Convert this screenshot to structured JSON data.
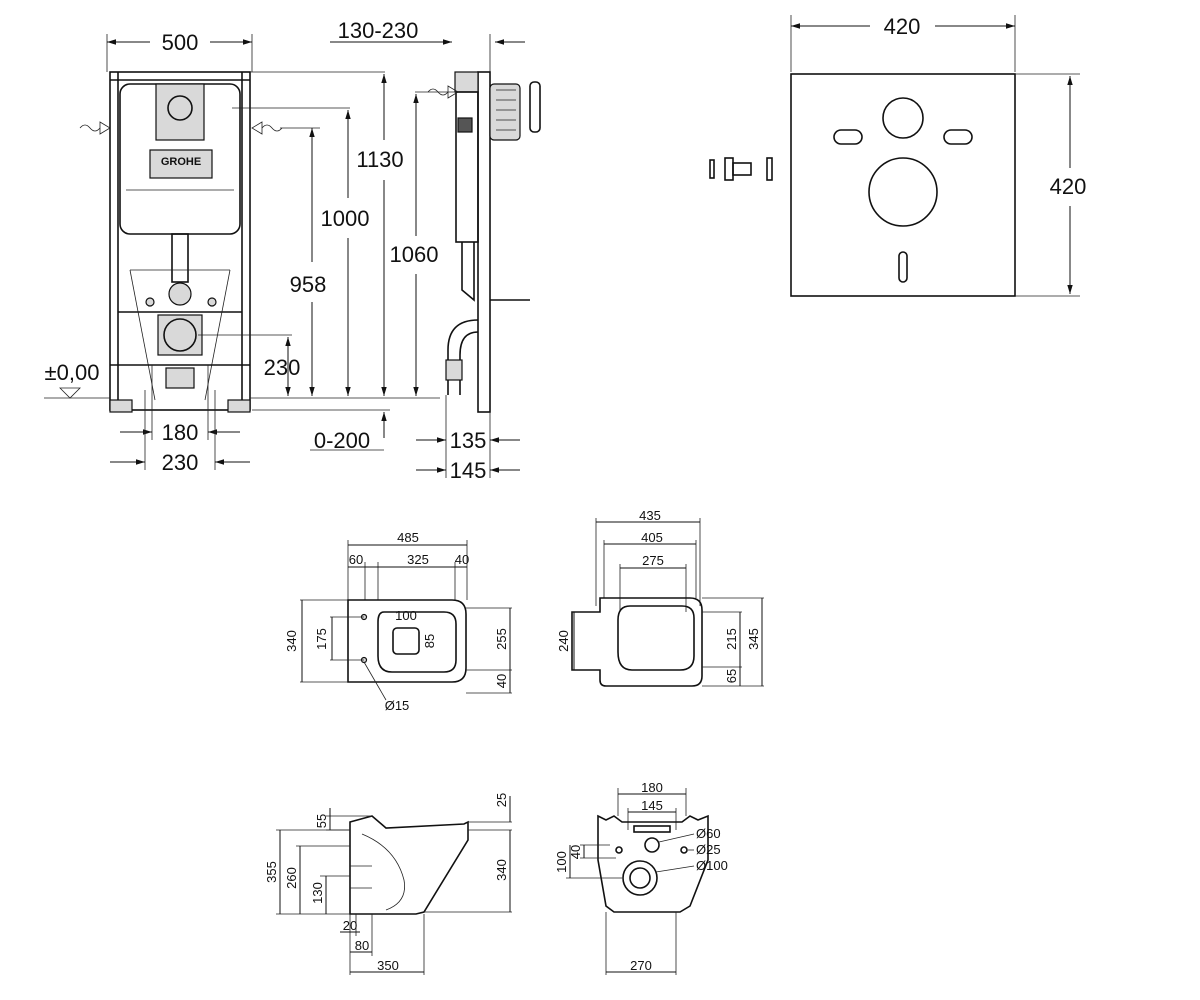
{
  "views": {
    "frame_front": {
      "brand": "GROHE",
      "dims": {
        "width": "500",
        "height_1130": "1130",
        "height_1000": "1000",
        "height_958": "958",
        "height_230": "230",
        "spacing_180": "180",
        "spacing_230": "230",
        "floor_level": "±0,00",
        "depth_range": "130-230",
        "floor_adjust": "0-200"
      }
    },
    "frame_side": {
      "dims": {
        "height_1060": "1060",
        "depth_135": "135",
        "depth_145": "145"
      }
    },
    "sound_mat": {
      "dims": {
        "width": "420",
        "height": "420"
      }
    },
    "bowl_top": {
      "dims": {
        "d485": "485",
        "d60": "60",
        "d325": "325",
        "d40a": "40",
        "d340": "340",
        "d175": "175",
        "d100": "100",
        "d85": "85",
        "d255": "255",
        "d40b": "40",
        "d15": "Ø15"
      }
    },
    "seat_top": {
      "dims": {
        "d435": "435",
        "d405": "405",
        "d275": "275",
        "d240": "240",
        "d215": "215",
        "d345": "345",
        "d65": "65"
      }
    },
    "bowl_side": {
      "dims": {
        "d25": "25",
        "d55": "55",
        "d355": "355",
        "d260": "260",
        "d130": "130",
        "d340": "340",
        "d20": "20",
        "d80": "80",
        "d350": "350"
      }
    },
    "bowl_rear": {
      "dims": {
        "d180": "180",
        "d145": "145",
        "d40": "40",
        "d100": "100",
        "d60": "Ø60",
        "d25": "Ø25",
        "d100b": "Ø100",
        "d270": "270"
      }
    }
  }
}
